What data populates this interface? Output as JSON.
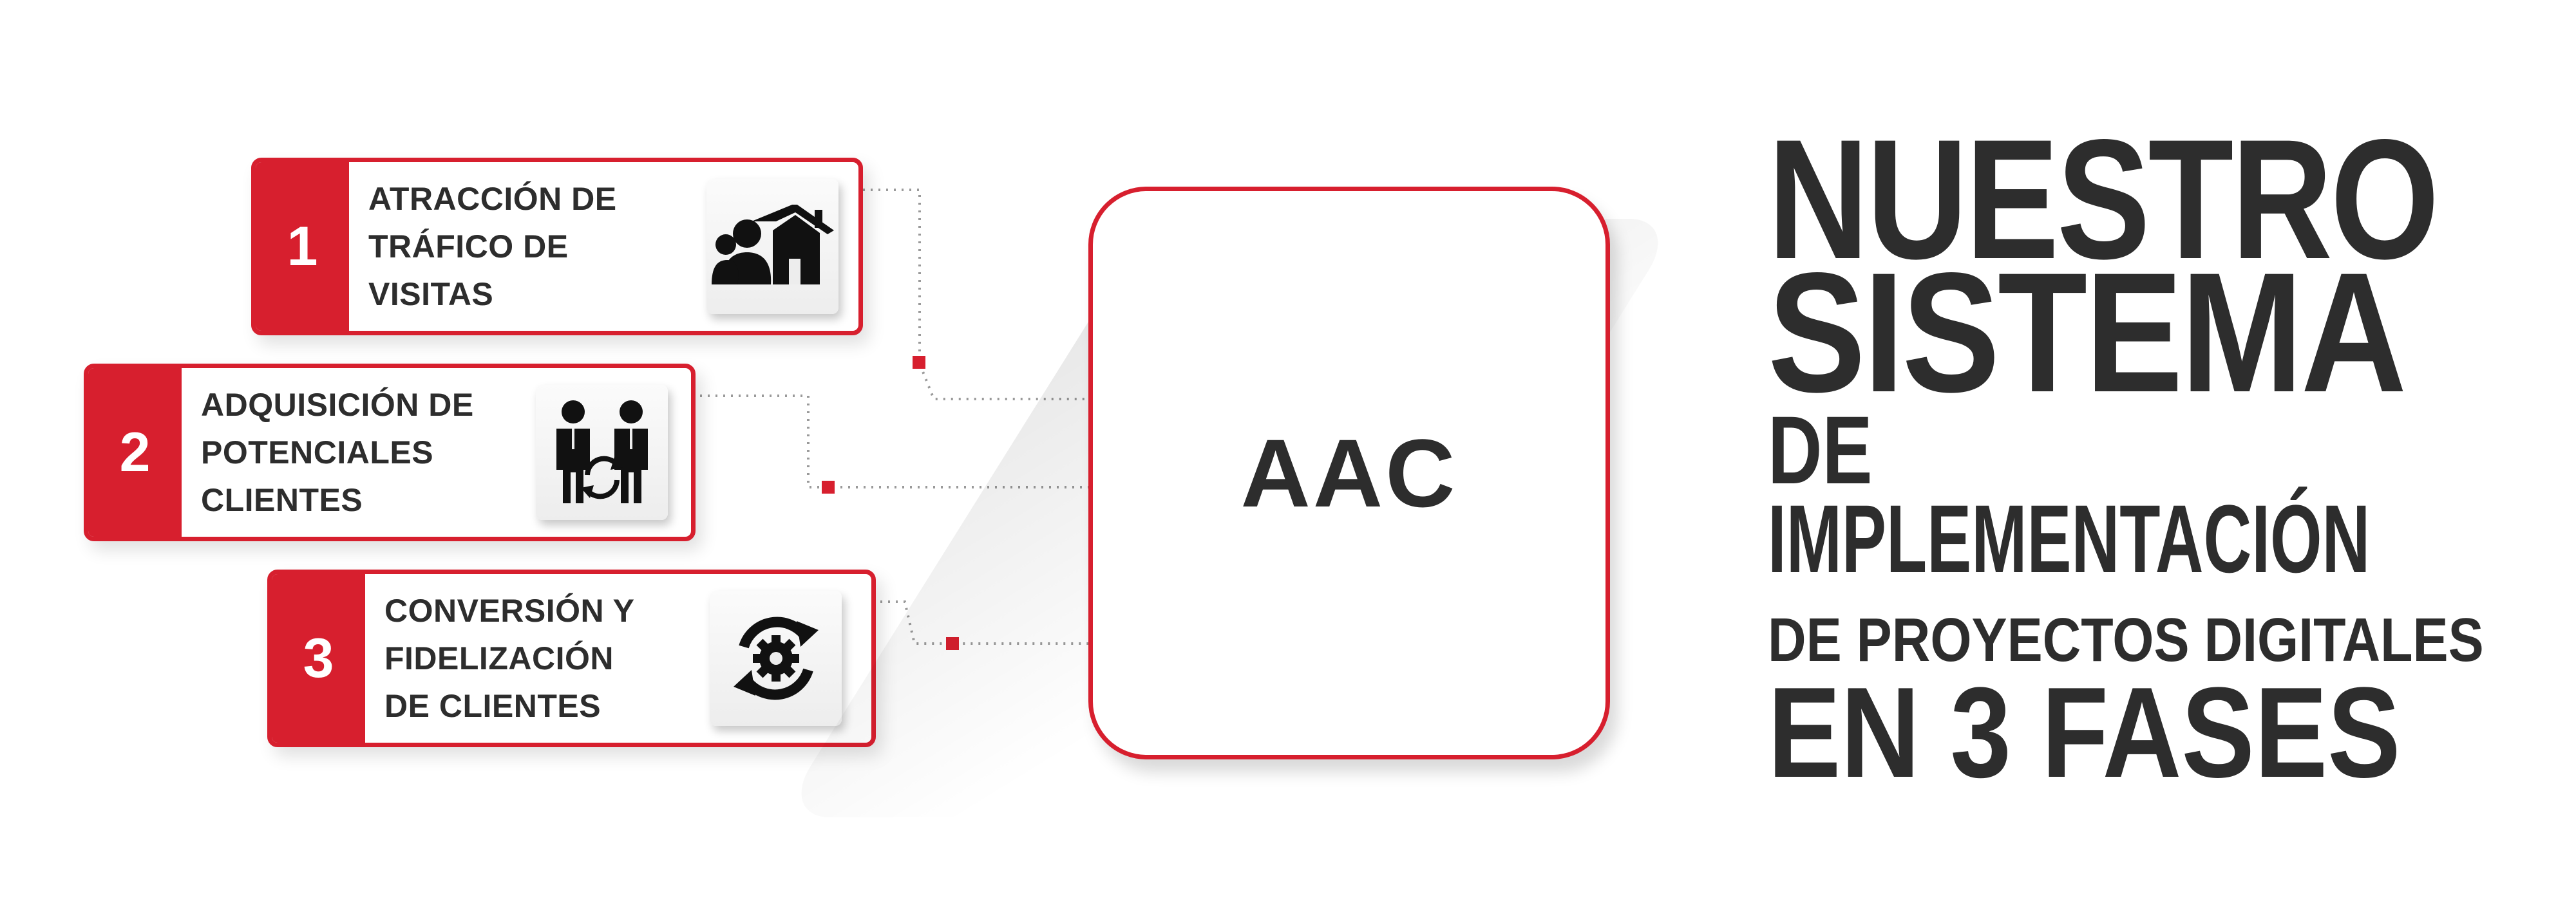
{
  "phases": [
    {
      "number": "1",
      "label": "ATRACCIÓN DE\nTRÁFICO DE VISITAS",
      "icon": "people-house-icon"
    },
    {
      "number": "2",
      "label": "ADQUISICIÓN DE\nPOTENCIALES\nCLIENTES",
      "icon": "business-exchange-icon"
    },
    {
      "number": "3",
      "label": "CONVERSIÓN Y\nFIDELIZACIÓN\nDE CLIENTES",
      "icon": "gear-cycle-icon"
    }
  ],
  "hub": {
    "label": "AAC"
  },
  "headline": {
    "line1": "NUESTRO",
    "line2": "SISTEMA",
    "line3": "DE",
    "line4": "IMPLEMENTACIÓN",
    "line5": "DE PROYECTOS DIGITALES",
    "line6": "EN 3 FASES"
  },
  "colors": {
    "accent": "#d71f2e",
    "text": "#2d2d2d",
    "background": "#ffffff"
  }
}
